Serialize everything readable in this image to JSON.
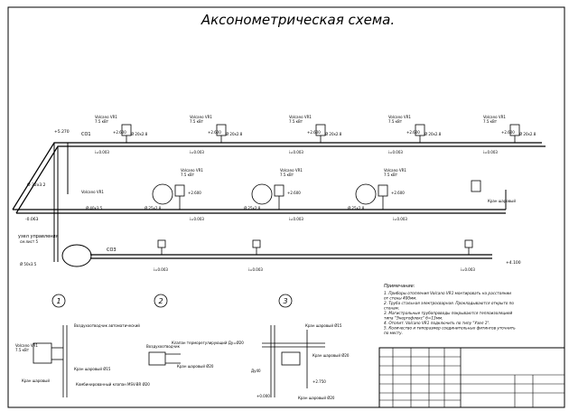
{
  "title": "Аксонометрическая схема.",
  "risers": [
    "СО1",
    "СО3"
  ],
  "node_label": "узел управления",
  "node_sub": "см.лист 5",
  "levels": [
    "+5.270",
    "+2.600",
    "-0.063",
    "+4.100"
  ],
  "radiator_label": "Volcano VR1",
  "radiator_sub": "7.5 кВт",
  "valve_label": "Кран шаровый",
  "pipe_labels": [
    "Ø 32x3.2",
    "Ø 20x2.8",
    "Ø 25x2.8",
    "Ø 40x3.5",
    "Ø 50x3.5"
  ],
  "slope": "i=0.003",
  "detail_numbers": [
    "1",
    "2",
    "3"
  ],
  "details": {
    "d1_top": "Воздухоотводчик автоматический",
    "d1_valve": "Кран шаровый Ø15",
    "d1_bottom": "Кран шаровый",
    "d1_comb": "Комбинированный клапан MSV-BR Ø20",
    "d2_top": "Воздухоотводчик",
    "d2_mid": "Клапан терморегулирующий Ду=Ø20",
    "d2_bottom": "Кран шаровый Ø20",
    "d3_top": "Кран шаровый Ø15",
    "d3_left": "Ду40",
    "d3_mid": "Кран шаровый Ø20",
    "d3_lvl1": "+2.750",
    "d3_lvl2": "+0.000",
    "d3_bottom": "Кран шаровый Ø20"
  },
  "notes": {
    "header": "Примечание:",
    "items": [
      "1. Приборы отопления Volcano VR1 монтировать на расстоянии от стены 400мм.",
      "2. Труба стальная электросварная. Прокладываются открыто по стенам.",
      "3. Магистральные трубопроводы покрываются теплоизоляцией типа \"Энергофлекс\" б=13мм.",
      "4. Отопит. Volcano VR1 подключить по типу \"Узел 1\".",
      "5. Количество и типоразмер соединительных фитингов уточнить по месту."
    ]
  }
}
